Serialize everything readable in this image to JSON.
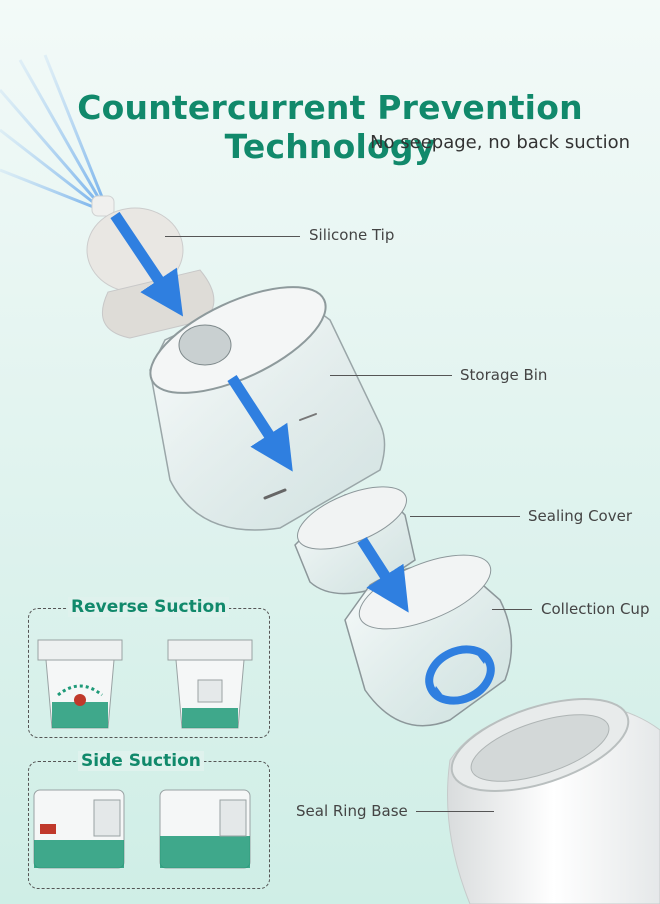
{
  "header": {
    "title": "Countercurrent Prevention Technology",
    "subtitle": "No seepage, no back suction"
  },
  "parts": {
    "silicone_tip": "Silicone Tip",
    "storage_bin": "Storage Bin",
    "sealing_cover": "Sealing Cover",
    "collection_cup": "Collection Cup",
    "seal_ring_base": "Seal Ring Base"
  },
  "panels": {
    "reverse_suction": "Reverse Suction",
    "side_suction": "Side Suction"
  },
  "colors": {
    "accent": "#11896b",
    "arrow": "#2f7fe0",
    "liquid": "#1e9a78"
  }
}
